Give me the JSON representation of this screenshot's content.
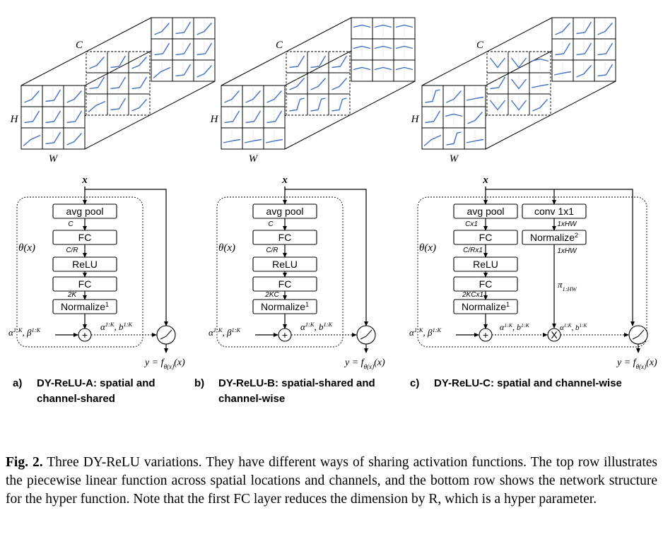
{
  "dims": {
    "C": "C",
    "H": "H",
    "W": "W"
  },
  "x": "x",
  "theta": "θ(x)",
  "ops": {
    "avg_pool": "avg pool",
    "fc": "FC",
    "relu": "ReLU",
    "normalize": "Normalize",
    "conv": "conv 1x1"
  },
  "panels": [
    {
      "id": "a",
      "letter": "a)",
      "title_line1": "DY-ReLU-A: spatial and",
      "title_line2": "channel-shared",
      "dim_labels": [
        "C",
        "C/R",
        "2K"
      ],
      "coef_label": "α^{1:K}, b^{1:K}"
    },
    {
      "id": "b",
      "letter": "b)",
      "title_line1": "DY-ReLU-B: spatial-shared and",
      "title_line2": "channel-wise",
      "dim_labels": [
        "C",
        "C/R",
        "2KC"
      ],
      "coef_label": "α^{1:K}_{1:C}, b^{1:K}_{1:C}"
    },
    {
      "id": "c",
      "letter": "c)",
      "title_line1": "DY-ReLU-C: spatial and channel-wise",
      "title_line2": "",
      "dim_labels": [
        "Cx1",
        "C/Rx1",
        "2KCx1"
      ],
      "conv_dims": [
        "1xHW",
        "1xHW"
      ],
      "pi_label": "π1:HW",
      "coef_label": "α^{1:K}_{1:C}, b^{1:K}_{1:C}",
      "coef_label2": "α^{1:K}_{1:C,1:HW}, b^{1:K}_{1:C,1:HW}"
    }
  ],
  "caption": {
    "label": "Fig. 2.",
    "text": "Three DY-ReLU variations. They have different ways of sharing activation functions. The top row illustrates the piecewise linear function across spatial locations and channels, and the bottom row shows the network structure for the hyper function. Note that the first FC layer reduces the dimension by R, which is a hyper parameter."
  }
}
